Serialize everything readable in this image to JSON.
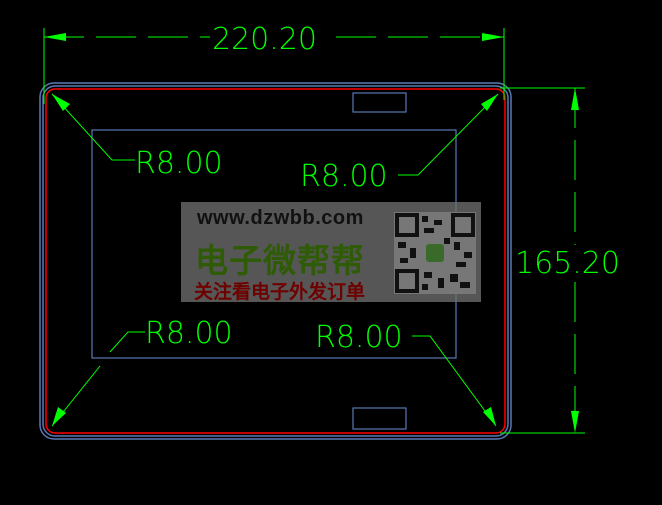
{
  "drawing": {
    "width_dimension": "220.20",
    "height_dimension": "165.20",
    "radius_labels": [
      "R8.00",
      "R8.00",
      "R8.00",
      "R8.00"
    ],
    "colors": {
      "background": "#000000",
      "dimension": "#00ff00",
      "outline": "#5a78b4",
      "edge": "#ff0000"
    }
  },
  "watermark": {
    "url": "www.dzwbb.com",
    "brand": "电子微帮帮",
    "slogan": "关注看电子外发订单"
  }
}
